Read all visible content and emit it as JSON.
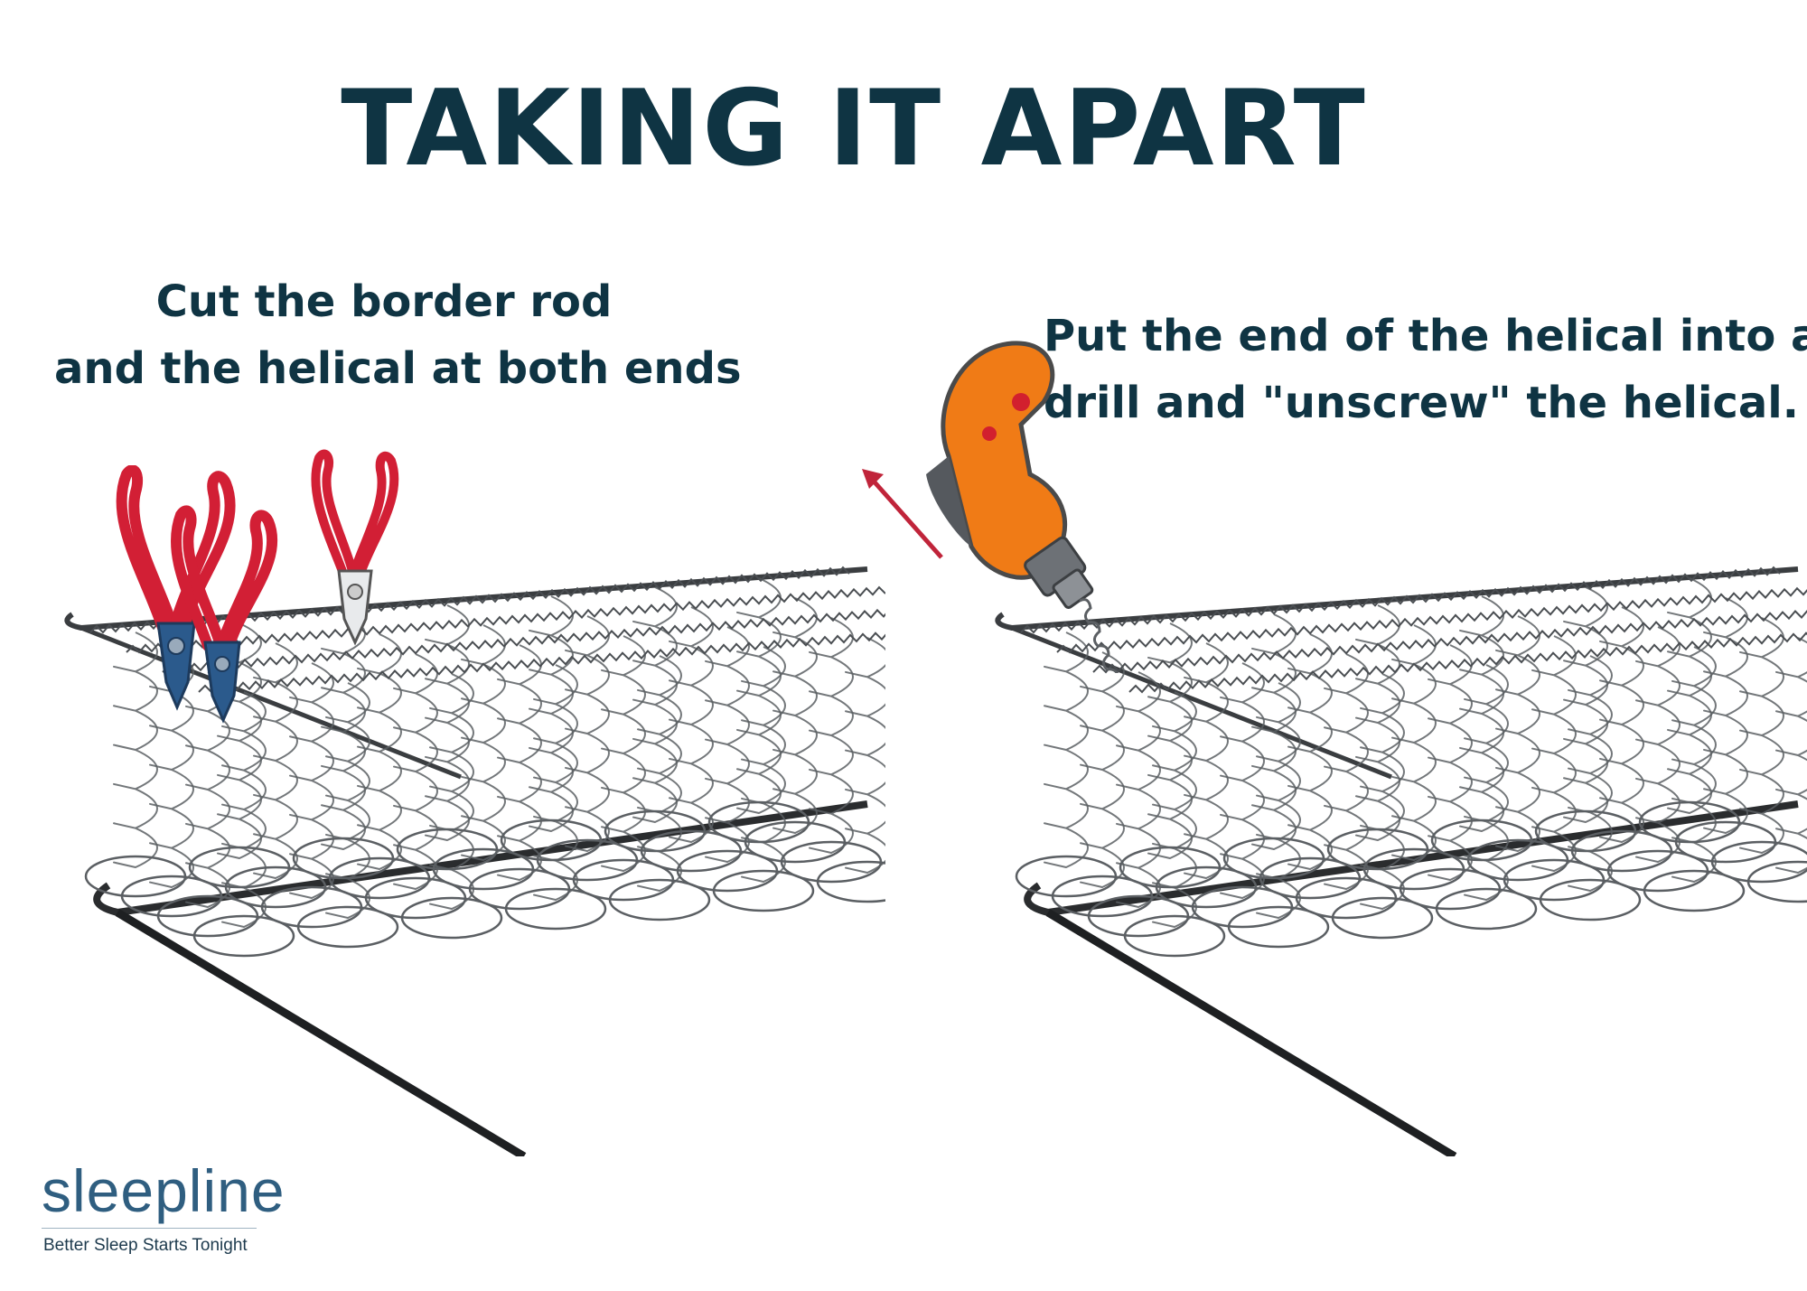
{
  "title": "TAKING IT APART",
  "steps": [
    {
      "lines": [
        "Cut the border rod",
        "and the helical at both ends"
      ]
    },
    {
      "lines": [
        "Put the end of the helical into a",
        "drill and \"unscrew\" the helical."
      ]
    }
  ],
  "brand": {
    "name": "sleepline",
    "tagline": "Better Sleep Starts Tonight",
    "color": "#2f5e80"
  },
  "colors": {
    "title": "#0f3443",
    "pliers_handle": "#d21f35",
    "drill_body": "#f07b16",
    "arrow": "#c0243a",
    "wire": "#5b5f63"
  },
  "icons": [
    "pliers-icon",
    "drill-icon",
    "arrow-icon",
    "spring-unit-image"
  ]
}
